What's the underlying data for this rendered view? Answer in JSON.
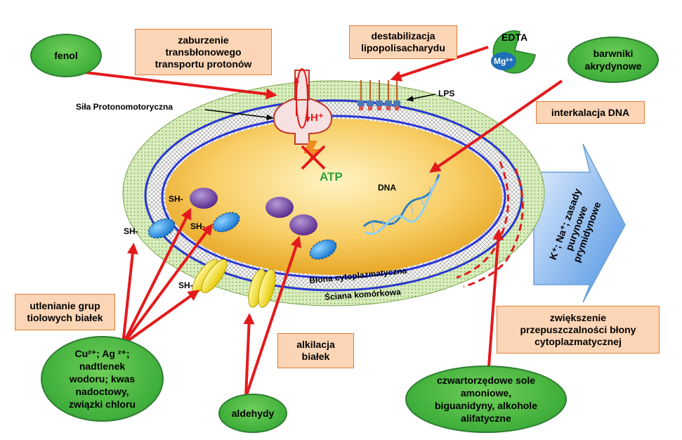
{
  "boxes": {
    "proton": "zaburzenie\ntransbłonowego\ntransportu  protonów",
    "lps": "destabilizacja\nlipopolisacharydu",
    "dna": "interkalacja DNA",
    "thiol": "utlenianie grup\ntiolowych białek",
    "alkyl": "alkilacja\nbiałek",
    "permeability": "zwiększenie\nprzepuszczalności błony\ncytoplazmatycznej"
  },
  "agents": {
    "phenol": "fenol",
    "acridine": "barwniki\nakrydynowe",
    "oxidizers": "Cu²⁺; Ag ²⁺;\nnadtlenek\nwodoru; kwas\nnadoctowy,\nzwiązki chloru",
    "aldehydes": "aldehydy",
    "quats": "czwartorzędowe sole\namoniowe,\nbiguanidyny, alkohole\nalifatyczne"
  },
  "labels": {
    "edta": "EDTA",
    "mg": "Mg²⁺",
    "lps_label": "LPS",
    "pmf": "Siła Protonomotoryczna",
    "hplus": "H⁺",
    "atp": "ATP",
    "dna": "DNA",
    "sh": "SH-",
    "membrane": "Błona cytoplazmatyczna",
    "wall": "Ściana komórkowa",
    "efflux": "K⁺; Na⁺; zasady\npurynowe\nprymidynowe"
  },
  "colors": {
    "arrow": "#e31a1c",
    "agent_green": "#3fae3a",
    "box_fill": "#fbd5b5",
    "cytoplasm": "#f5c146",
    "membrane_blue": "#2a34d6",
    "wall_green": "#cfe7b0",
    "protein_purple": "#6a3d9a",
    "protein_cyan": "#1e90ff",
    "channel_yellow": "#f5e50a"
  }
}
